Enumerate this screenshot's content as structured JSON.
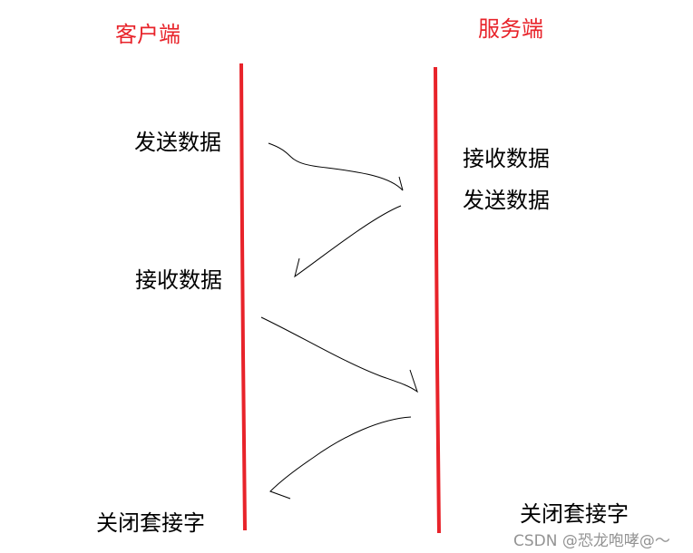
{
  "client": {
    "title": "客户端",
    "steps": [
      "发送数据",
      "接收数据",
      "关闭套接字"
    ]
  },
  "server": {
    "title": "服务端",
    "steps": [
      "接收数据",
      "发送数据",
      "关闭套接字"
    ]
  },
  "watermark": "CSDN @恐龙咆哮@～",
  "colors": {
    "lifeline": "#e8232a",
    "arrow": "#000000"
  }
}
